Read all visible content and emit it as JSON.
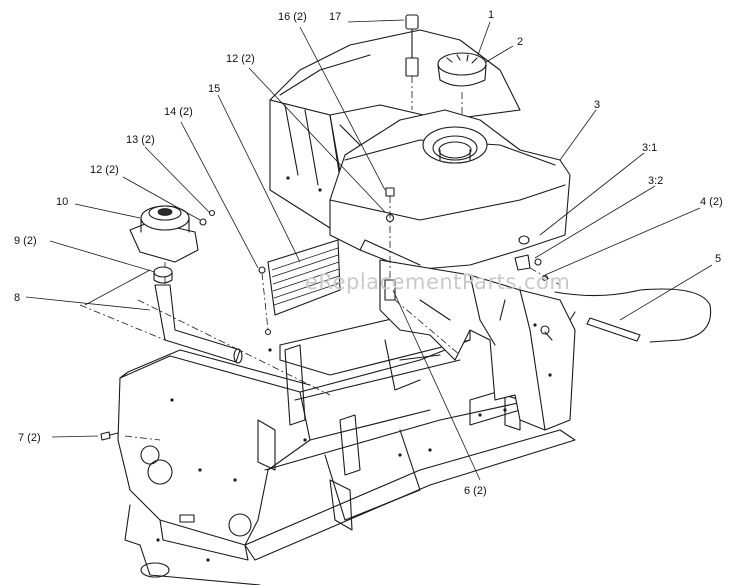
{
  "watermark": "eReplacementParts.com",
  "callouts": [
    {
      "id": "c1",
      "label": "1"
    },
    {
      "id": "c2",
      "label": "2"
    },
    {
      "id": "c3",
      "label": "3"
    },
    {
      "id": "c3-1",
      "label": "3:1"
    },
    {
      "id": "c3-2",
      "label": "3:2"
    },
    {
      "id": "c4",
      "label": "4 (2)"
    },
    {
      "id": "c5",
      "label": "5"
    },
    {
      "id": "c6",
      "label": "6 (2)"
    },
    {
      "id": "c7",
      "label": "7 (2)"
    },
    {
      "id": "c8",
      "label": "8"
    },
    {
      "id": "c9",
      "label": "9 (2)"
    },
    {
      "id": "c10",
      "label": "10"
    },
    {
      "id": "c12a",
      "label": "12 (2)"
    },
    {
      "id": "c12b",
      "label": "12 (2)"
    },
    {
      "id": "c13",
      "label": "13 (2)"
    },
    {
      "id": "c14",
      "label": "14 (2)"
    },
    {
      "id": "c15",
      "label": "15"
    },
    {
      "id": "c16",
      "label": "16 (2)"
    },
    {
      "id": "c17",
      "label": "17"
    }
  ]
}
